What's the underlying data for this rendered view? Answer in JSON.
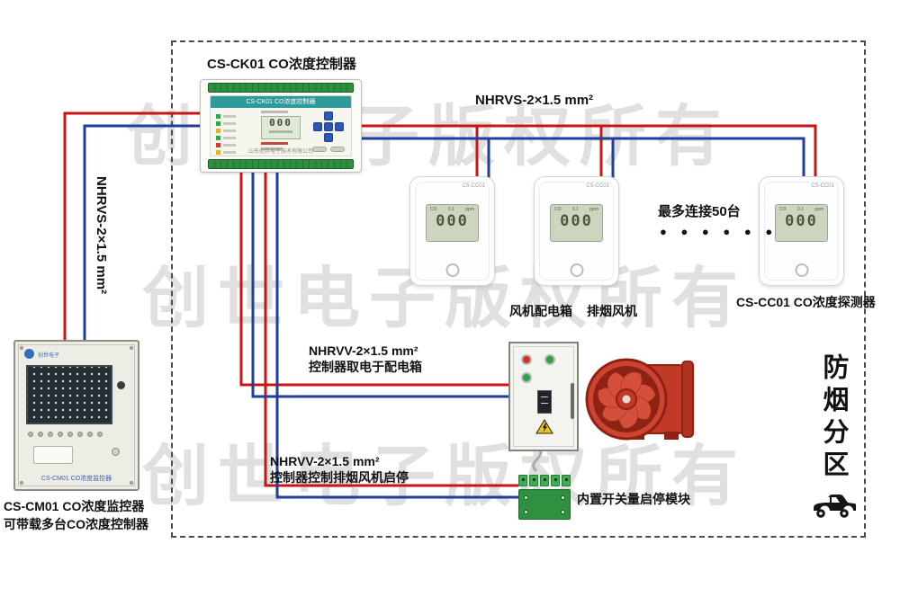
{
  "watermark": "创世电子版权所有",
  "colors": {
    "wire_red": "#c81414",
    "wire_blue": "#1e3f9e"
  },
  "controller": {
    "caption": "CS-CK01 CO浓度控制器",
    "panel_title": "CS-CK01 CO浓度控制器",
    "lcd_value": "000",
    "footer": "山东创世电子技术有限公司"
  },
  "detector": {
    "model": "CS-CC01",
    "lcd_unit_left": "CO",
    "lcd_small_value": "0.1",
    "lcd_unit_right": "ppm",
    "lcd_value": "000",
    "caption": "CS-CC01 CO浓度探测器",
    "max_connect": "最多连接50台",
    "connect_dots": "● ● ● ● ● ●"
  },
  "monitor": {
    "brand": "创世电子",
    "label": "CS-CM01 CO浓度监控器",
    "caption_line1": "CS-CM01 CO浓度监控器",
    "caption_line2": "可带载多台CO浓度控制器"
  },
  "wires": {
    "top_label": "NHRVS-2×1.5 mm²",
    "left_label": "NHRVS-2×1.5 mm²",
    "power_label_line1": "NHRVV-2×1.5 mm²",
    "power_label_line2": "控制器取电于配电箱",
    "control_label_line1": "NHRVV-2×1.5 mm²",
    "control_label_line2": "控制器控制排烟风机启停"
  },
  "equipment": {
    "power_box_caption": "风机配电箱",
    "fan_caption": "排烟风机",
    "module_caption": "内置开关量启停模块"
  },
  "zone_label": "防烟分区"
}
